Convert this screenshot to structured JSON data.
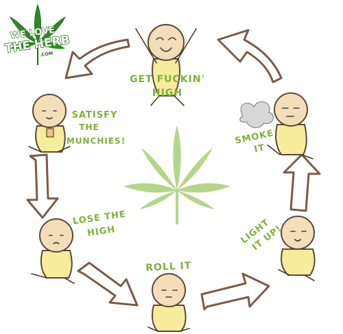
{
  "logo": {
    "line1": "WE LOVE",
    "line2": "THE HERB",
    "line3": ".COM"
  },
  "captions": {
    "get_high": [
      "GET FUCKIN'",
      "HIGH"
    ],
    "smoke": [
      "SMOKE",
      "IT"
    ],
    "light": [
      "LIGHT",
      "IT UP!"
    ],
    "roll": [
      "ROLL IT"
    ],
    "lose": [
      "LOSE THE",
      "HIGH"
    ],
    "munchies": [
      "SATISFY",
      "THE",
      "MUNCHIES!"
    ]
  },
  "colors": {
    "caption": "#7fb03a",
    "arrow_outline": "#7a5a48",
    "leaf": "#b4d68a",
    "logo_green": "#2f8a22"
  }
}
